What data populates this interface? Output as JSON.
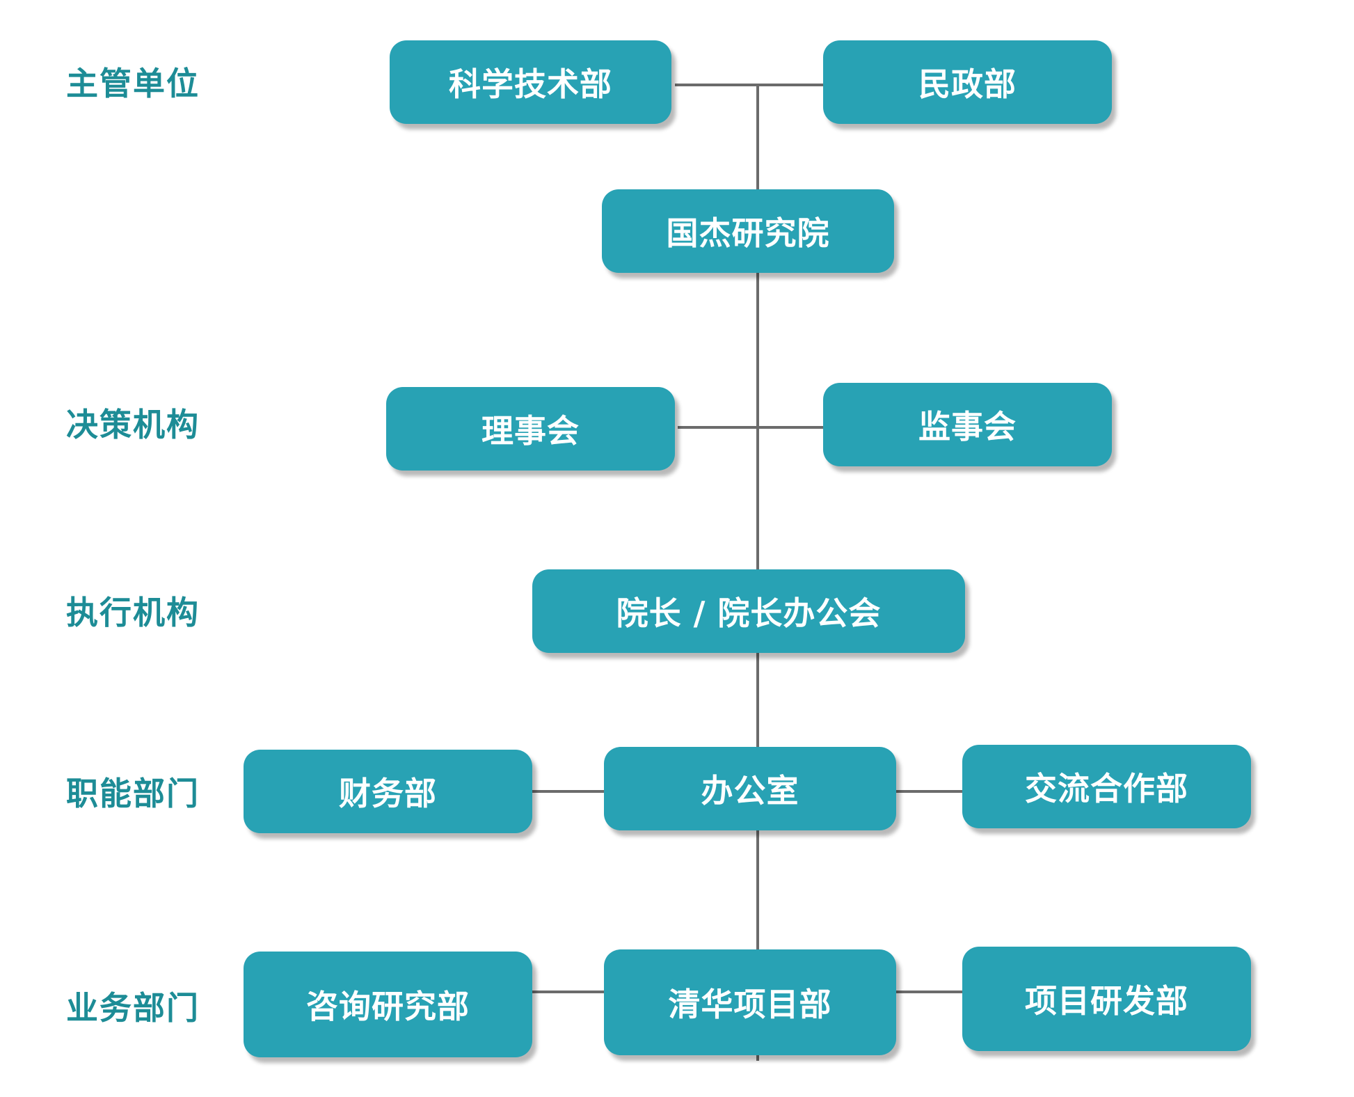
{
  "levels": {
    "supervising": "主管单位",
    "decision": "决策机构",
    "executive": "执行机构",
    "functional": "职能部门",
    "business": "业务部门"
  },
  "nodes": {
    "ministry_science": "科学技术部",
    "ministry_civil": "民政部",
    "institute": "国杰研究院",
    "board_directors": "理事会",
    "board_supervisors": "监事会",
    "president": "院长 / 院长办公会",
    "finance": "财务部",
    "office": "办公室",
    "exchange": "交流合作部",
    "consulting": "咨询研究部",
    "tsinghua": "清华项目部",
    "rnd": "项目研发部"
  },
  "colors": {
    "node_fill": "#28a2b4",
    "node_text": "#ffffff",
    "level_text": "#1d8c96",
    "connector": "#6b6b6b"
  }
}
